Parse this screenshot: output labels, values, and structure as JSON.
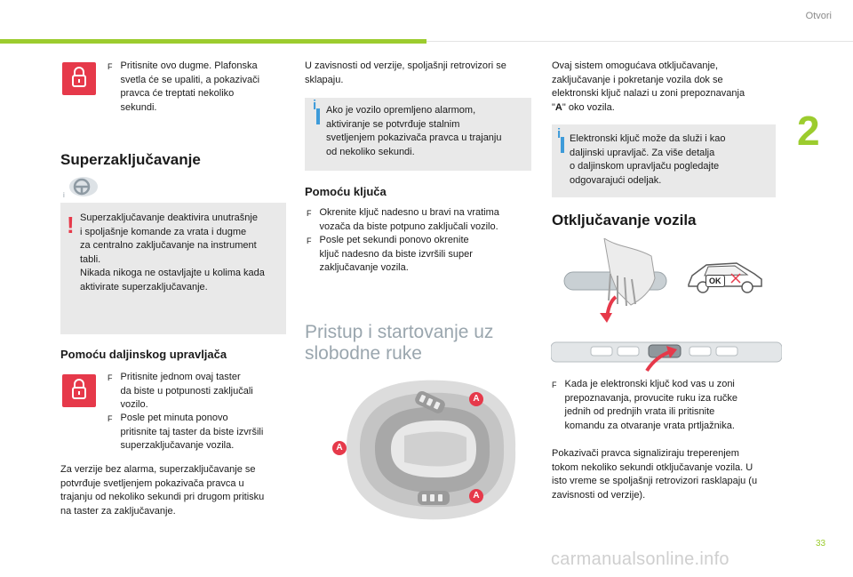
{
  "header": {
    "section_title": "Otvori",
    "chapter_number": "2"
  },
  "footer": {
    "page_number": "33",
    "watermark": "carmanualsonline.info"
  },
  "col1": {
    "intro_bullet": [
      "Pritisnite ovo dugme. Plafonska",
      "svetla će se upaliti, a pokazivači",
      "pravca će treptati nekoliko",
      "sekundi."
    ],
    "superlock_heading": "Superzaključavanje",
    "warning_lines": [
      "Superzaključavanje deaktivira unutrašnje",
      "i spoljašnje komande za vrata i dugme",
      "za centralno zaključavanje na instrument",
      "tabli.",
      "Nikada nikoga ne ostavljajte u kolima kada",
      "aktivirate superzaključavanje."
    ],
    "remote_heading": "Pomoću daljinskog upravljača",
    "remote_bullet1": [
      "Pritisnite jednom ovaj taster",
      "da biste u potpunosti zaključali",
      "vozilo."
    ],
    "remote_bullet2": [
      "Posle pet minuta ponovo",
      "pritisnite taj taster da biste izvršili",
      "superzaključavanje vozila."
    ],
    "no_alarm": [
      "Za verzije bez alarma, superzaključavanje se",
      "potvrđuje svetljenjem pokazivača pravca u",
      "trajanju od nekoliko sekundi pri drugom pritisku",
      "na taster za zaključavanje."
    ]
  },
  "col2": {
    "mirrors": [
      "U zavisnosti od verzije, spoljašnji retrovizori se",
      "sklapaju."
    ],
    "alarm_info": [
      "Ako je vozilo opremljeno alarmom,",
      "aktiviranje se potvrđuje stalnim",
      "svetljenjem pokazivača pravca u trajanju",
      "od nekoliko sekundi."
    ],
    "key_heading": "Pomoću ključa",
    "key_bullet1": [
      "Okrenite ključ nadesno u bravi na vratima",
      "vozača da biste potpuno zaključali vozilo."
    ],
    "key_bullet2": [
      "Posle pet sekundi ponovo okrenite",
      "ključ nadesno da biste izvršili super",
      "zaključavanje vozila."
    ],
    "keyless_heading": [
      "Pristup i startovanje uz",
      "slobodne ruke"
    ],
    "zone_label": "A"
  },
  "col3": {
    "system_text": [
      "Ovaj sistem omogućava otključavanje,",
      "zaključavanje i pokretanje vozila dok se",
      "elektronski ključ nalazi u zoni prepoznavanja"
    ],
    "system_text_last_pre": "\"",
    "system_text_bold": "A",
    "system_text_last_post": "\" oko vozila.",
    "ekey_info": [
      "Elektronski ključ može da služi i kao",
      "daljinski upravljač. Za više detalja",
      "o daljinskom upravljaču pogledajte",
      "odgovarajući odeljak."
    ],
    "unlock_heading": "Otključavanje vozila",
    "ok_label": "OK",
    "unlock_bullet": [
      "Kada je elektronski ključ kod vas u zoni",
      "prepoznavanja, provucite ruku iza ručke",
      "jednih od prednjih vrata ili pritisnite",
      "komandu za otvaranje vrata prtljažnika."
    ],
    "indicator_text": [
      "Pokazivači pravca signaliziraju treperenjem",
      "tokom nekoliko sekundi otključavanje vozila. U",
      "isto vreme se spoljašnji retrovizori rasklapaju (u",
      "zavisnosti od verzije)."
    ]
  },
  "bullet_symbol": "F",
  "warning_symbol": "!",
  "info_symbol": "i",
  "colors": {
    "accent_green": "#9ccc2e",
    "lock_red": "#e6394a",
    "info_blue": "#3e9bd9",
    "box_grey": "#e9e9e9",
    "heading_grey": "#9aa6ae"
  },
  "icons": [
    "lock-icon",
    "steering-wheel-icon",
    "warning-icon",
    "info-icon",
    "arrow-icon"
  ]
}
